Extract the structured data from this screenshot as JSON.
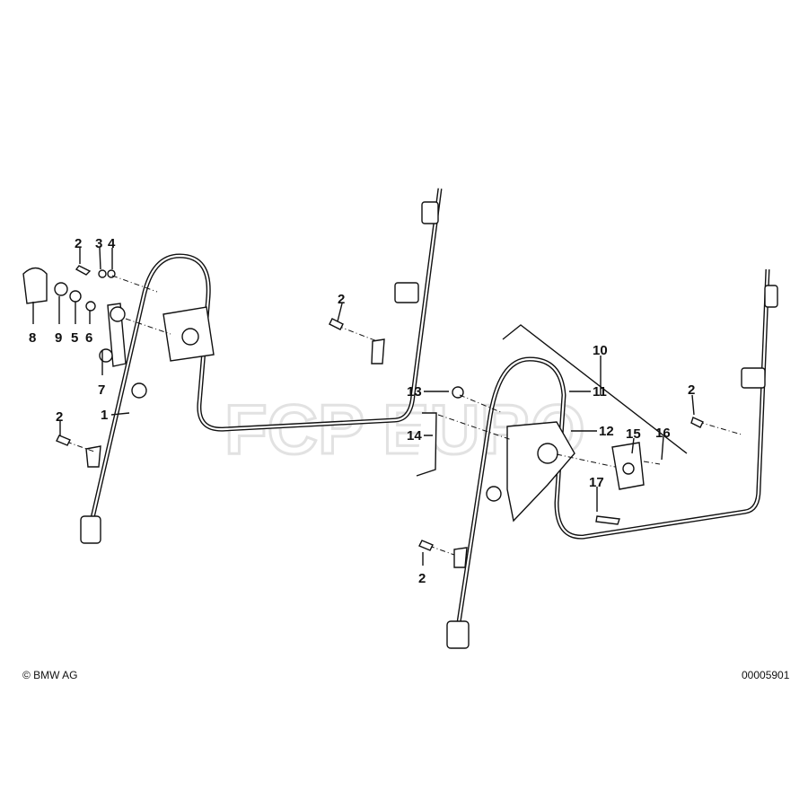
{
  "watermark": "FCP EURO",
  "callouts": {
    "l_2a": "2",
    "l_3": "3",
    "l_4": "4",
    "l_8": "8",
    "l_9": "9",
    "l_5": "5",
    "l_6": "6",
    "l_7": "7",
    "l_1": "1",
    "l_2b": "2",
    "l_2c": "2",
    "l_10": "10",
    "l_11": "11",
    "l_13": "13",
    "l_14": "14",
    "l_12": "12",
    "l_15": "15",
    "l_16": "16",
    "l_17": "17",
    "l_2d": "2",
    "l_2e": "2"
  },
  "footer": {
    "copyright": "© BMW AG",
    "diagram_number": "00005901"
  }
}
